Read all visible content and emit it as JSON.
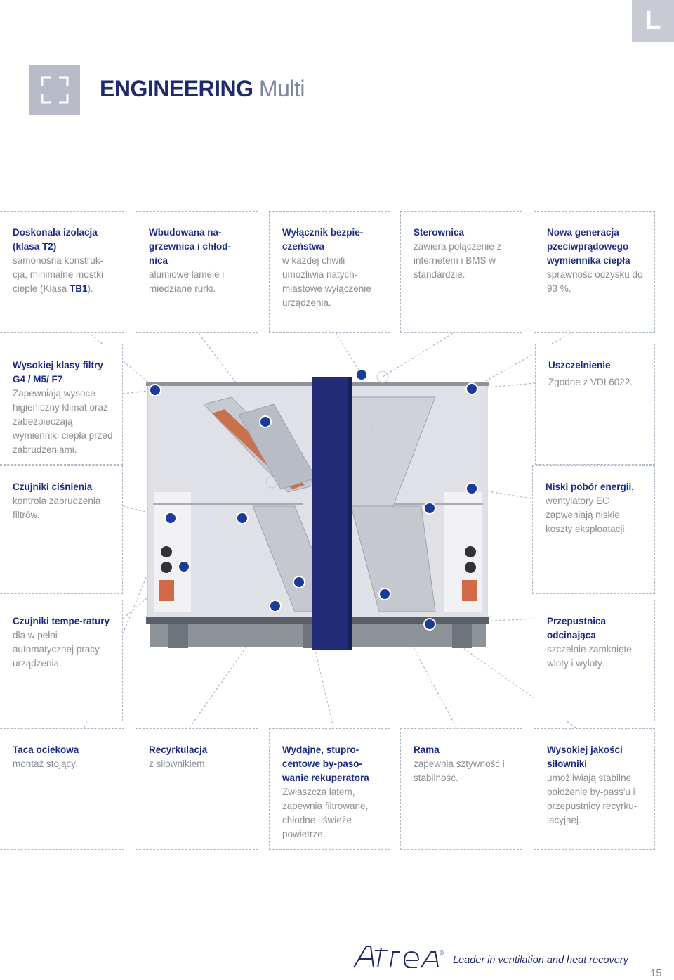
{
  "tab": {
    "letter": "L"
  },
  "header": {
    "title_bold": "ENGINEERING",
    "title_light": "Multi"
  },
  "features": {
    "izolacja": {
      "heading": "Doskonała izolacja (klasa T2)",
      "text_a": "samonośna konstruk-cja, minimalne mostki cieple (Klasa ",
      "text_b": "TB1",
      "text_c": ")."
    },
    "nagrzewnica": {
      "heading": "Wbudowana na-grzewnica i chłod-nica",
      "text": "alumiowe lamele i miedziane rurki."
    },
    "wylacznik": {
      "heading": "Wyłącznik bezpie-czeństwa",
      "text": "w każdej chwili umożliwia natych-miastowe wyłączenie urządzenia."
    },
    "sterownica": {
      "heading": "Sterownica",
      "text": "zawiera połączenie z internetem i BMS w standardzie."
    },
    "wymiennik": {
      "heading": "Nowa generacja pzeciwprądowego wymiennika ciepła",
      "text": "sprawność odzysku do 93 %."
    },
    "filtry": {
      "heading": "Wysokiej klasy filtry G4 / M5/ F7",
      "text": "Zapewniają wysoce higieniczny klimat oraz zabezpieczają wymienniki ciepła przed zabrudzeniami."
    },
    "uszczelnienie": {
      "heading": "Uszczelnienie",
      "text": "Zgodne z VDI 6022."
    },
    "cisnienie": {
      "heading": "Czujniki ciśnienia",
      "text": "kontrola zabrudzenia filtrów."
    },
    "energia": {
      "heading": "Niski pobór energii,",
      "text": "wentylatory EC zapweniają niskie koszty eksploatacji."
    },
    "temperatura": {
      "heading": "Czujniki tempe-ratury",
      "text": "dla w pełni automatycznej pracy urządzenia."
    },
    "przepustnica": {
      "heading": "Przepustnica odcinająca",
      "text": "szczelnie zamknięte wloty i wyloty."
    },
    "taca": {
      "heading": "Taca ociekowa",
      "text": "montaż stojący."
    },
    "recyrkulacja": {
      "heading": "Recyrkulacja",
      "text": "z siłownikiem."
    },
    "bypass": {
      "heading": "Wydajne, stupro-centowe by-paso-wanie rekuperatora",
      "text": "Zwłaszcza latem, zapewnia filtrowane, chłodne i świeże powietrze."
    },
    "rama": {
      "heading": "Rama",
      "text": "zapewnia sztywność i stabilność."
    },
    "silowniki": {
      "heading": "Wysokiej jakości siłowniki",
      "text": "umożliwiają stabilne położenie by-pass'u i przepustnicy recyrku-lacyjnej."
    }
  },
  "footer": {
    "brand": "Atrea",
    "tagline": "Leader in ventilation and heat recovery",
    "page_number": "15"
  },
  "colors": {
    "accent_blue": "#1a2a8a",
    "tab_grey": "#c9cbd5",
    "dot_blue": "#1c3a9a"
  }
}
